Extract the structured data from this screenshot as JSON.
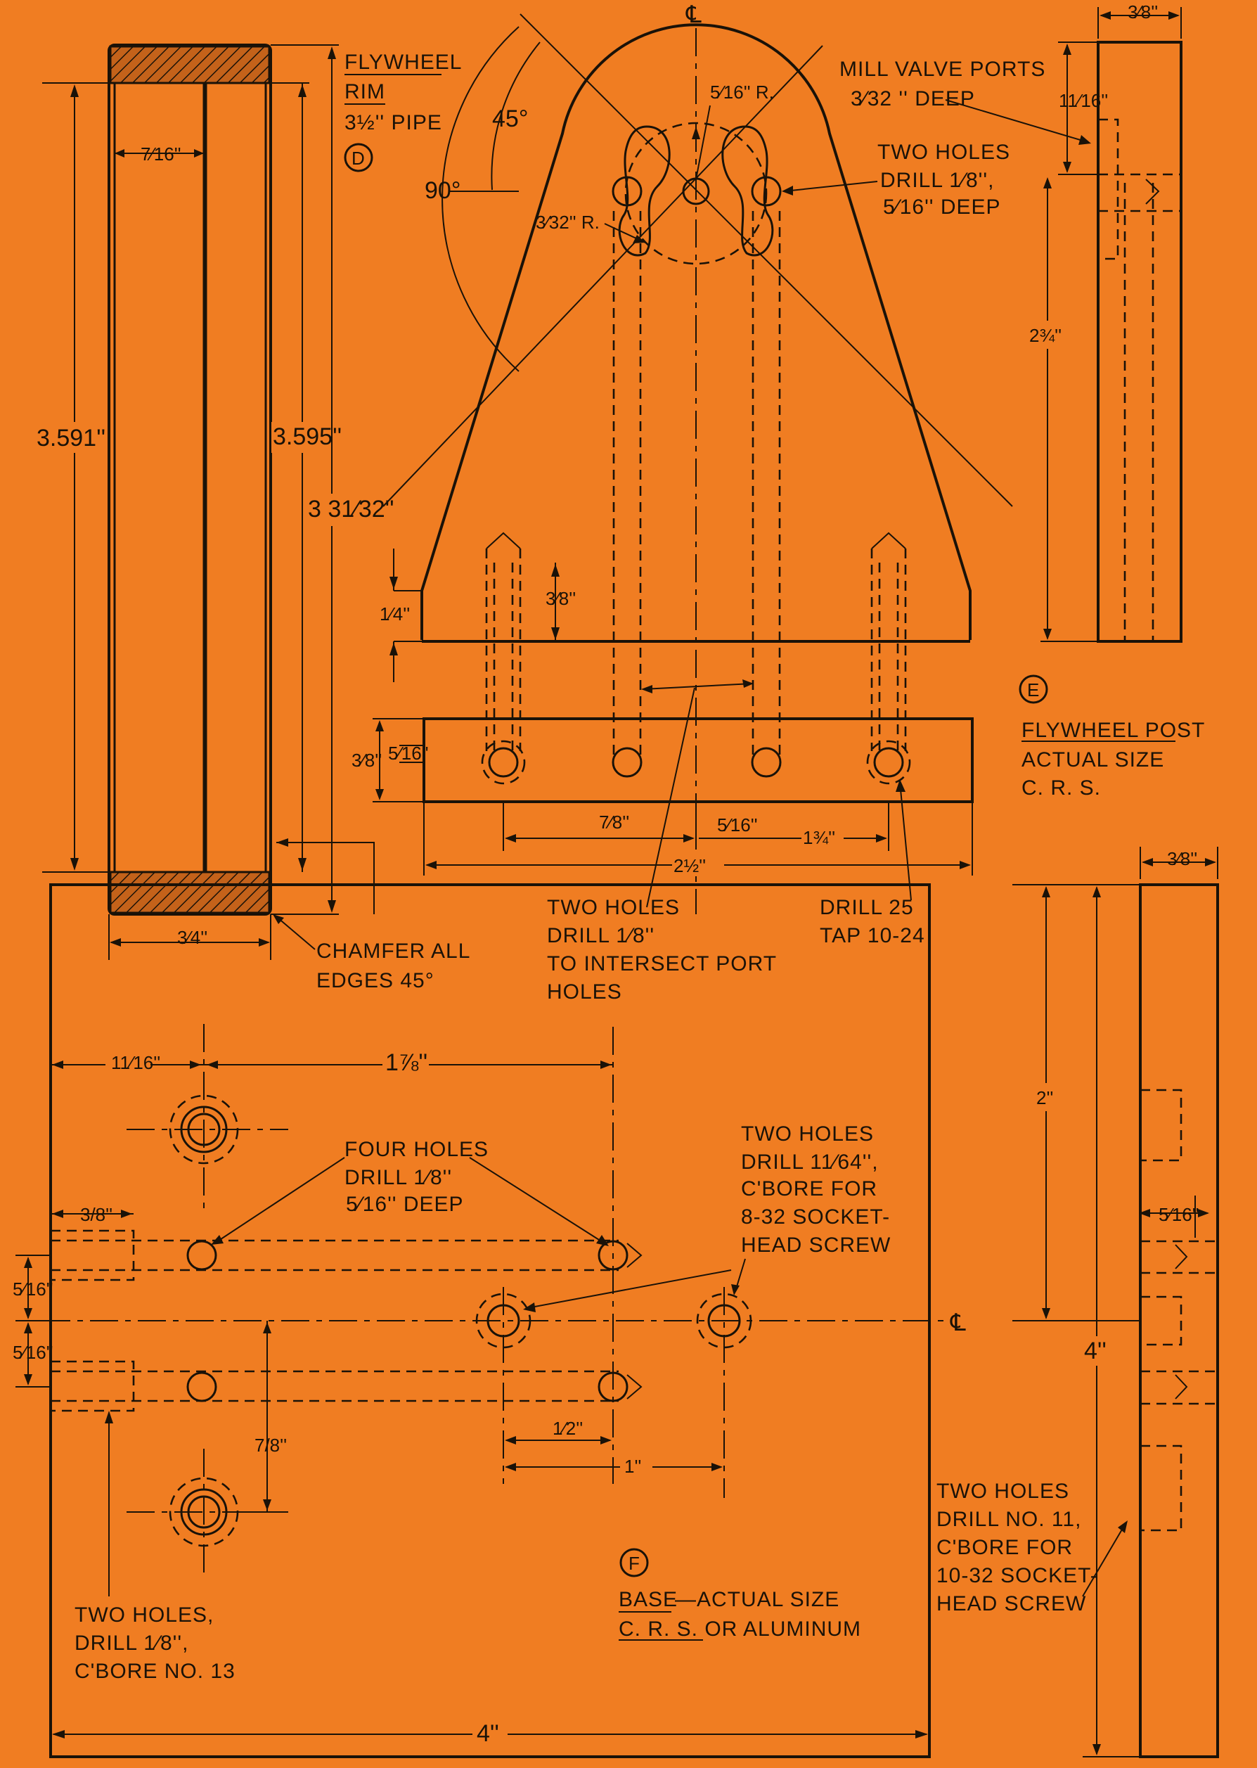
{
  "colors": {
    "paper": "#f07d22",
    "ink": "#1a1208"
  },
  "centerline_mark": "℄",
  "part_d": {
    "letter": "D",
    "title_1": "FLYWHEEL",
    "title_2": "RIM",
    "subtitle": "3½'' PIPE",
    "dim_wall": "7⁄16''",
    "dim_od": "3.591''",
    "dim_id": "3.595''",
    "dim_length": "3 31⁄32''",
    "dim_width": "3⁄4''",
    "note_1": "CHAMFER ALL",
    "note_2": "EDGES 45°"
  },
  "part_e": {
    "letter": "E",
    "title": "FLYWHEEL POST",
    "line_2": "ACTUAL SIZE",
    "line_3": "C. R. S.",
    "angle_45": "45°",
    "angle_90": "90°",
    "radius_top": "5⁄16'' R.",
    "radius_port": "3⁄32'' R.",
    "valve_1": "MILL VALVE PORTS",
    "valve_2": "3⁄32 '' DEEP",
    "holes_1": "TWO HOLES",
    "holes_2": "DRILL 1⁄8'',",
    "holes_3": "5⁄16'' DEEP",
    "dim_quarter": "1⁄4''",
    "dim_threeeighths_up": "3⁄8''",
    "dim_side_3_8": "3⁄8''",
    "dim_side_5_16": "5⁄16''",
    "dim_7_8": "7⁄8''",
    "dim_5_16": "5⁄16''",
    "dim_1_3_4": "1¾''",
    "dim_2_1_2": "2½''",
    "dim_top_3_8": "3⁄8''",
    "dim_11_16": "11⁄16''",
    "dim_2_3_4": "2¾''",
    "port_note_1": "TWO HOLES",
    "port_note_2": "DRILL 1⁄8''",
    "port_note_3": "TO INTERSECT PORT",
    "port_note_4": "HOLES",
    "tap_1": "DRILL 25",
    "tap_2": "TAP 10-24"
  },
  "part_f": {
    "letter": "F",
    "title": "BASE",
    "title_rest": "—ACTUAL SIZE",
    "line_2": "C. R. S. OR ALUMINUM",
    "dim_11_16": "11⁄16''",
    "dim_1_7_8": "1⅞''",
    "four_1": "FOUR HOLES",
    "four_2": "DRILL 1⁄8''",
    "four_3": "5⁄16'' DEEP",
    "two_1": "TWO HOLES",
    "two_2": "DRILL 11⁄64'',",
    "two_3": "C'BORE FOR",
    "two_4": "8-32 SOCKET-",
    "two_5": "HEAD SCREW",
    "dim_3_8": "3/8''",
    "dim_5_16_a": "5⁄16''",
    "dim_5_16_b": "5⁄16''",
    "dim_7_8": "7/8''",
    "dim_half": "1⁄2''",
    "dim_1": "1''",
    "dim_4_bottom": "4''",
    "left_1": "TWO HOLES,",
    "left_2": "DRILL 1⁄8'',",
    "left_3": "C'BORE NO. 13",
    "side_3_8": "3⁄8''",
    "side_2": "2''",
    "side_4": "4''",
    "side_5_16": "5⁄16''",
    "right_1": "TWO HOLES",
    "right_2": "DRILL NO. 11,",
    "right_3": "C'BORE FOR",
    "right_4": "10-32 SOCKET-",
    "right_5": "HEAD SCREW"
  }
}
